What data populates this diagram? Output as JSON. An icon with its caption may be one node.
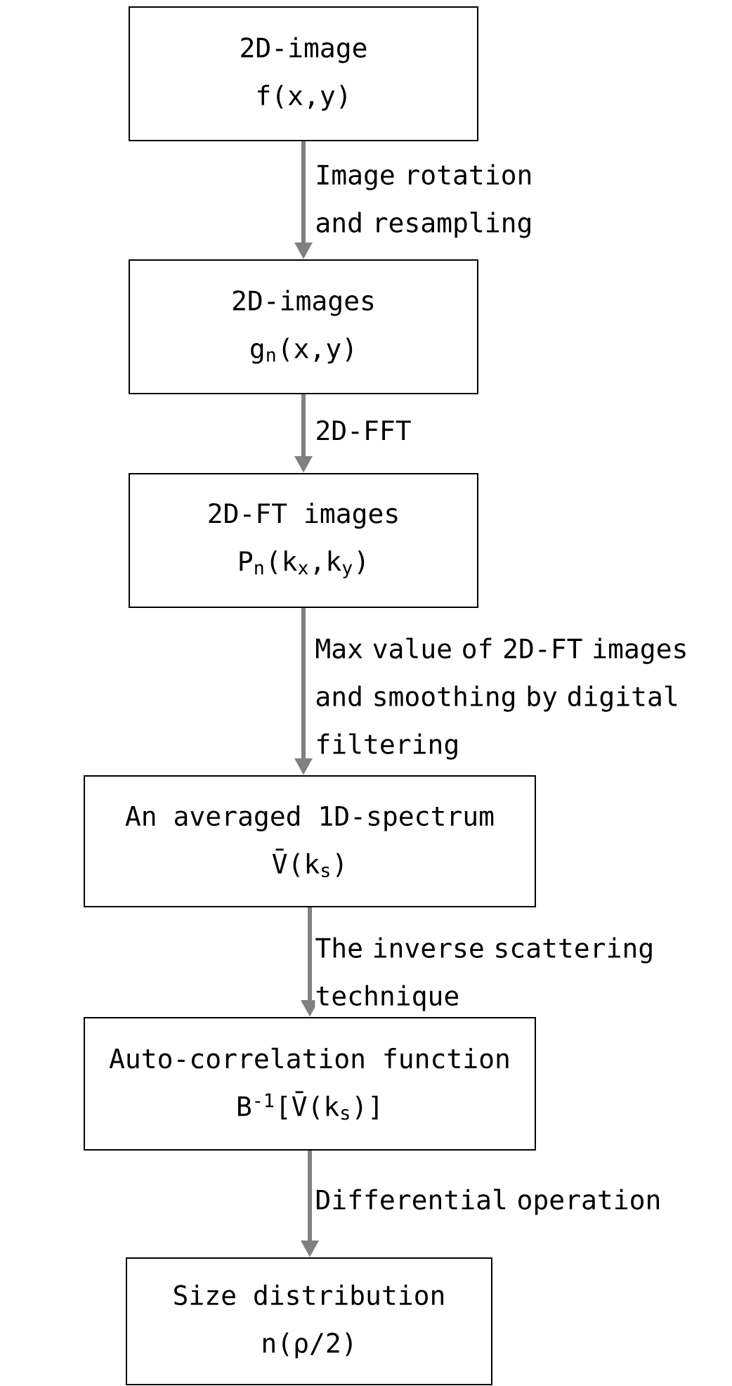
{
  "diagram": {
    "nodes": [
      {
        "text": [
          "2D-image",
          "f(x,y)"
        ]
      },
      {
        "text": [
          "2D-images",
          "g$_{n}$(x,y)"
        ]
      },
      {
        "text": [
          "2D-FT images",
          "P$_{n}$(k$_{x}$,k$_{y}$)"
        ]
      },
      {
        "text": [
          "An averaged 1D-spectrum",
          "V̄(k$_{s}$)"
        ]
      },
      {
        "text": [
          "Auto-correlation function",
          "B$^{-1}$[V̄(k$_{s}$)]"
        ]
      },
      {
        "text": [
          "Size distribution",
          "n(ρ/2)"
        ]
      }
    ],
    "edges": [
      {
        "from": 0,
        "to": 1,
        "arrow": "to",
        "label": "Image rotation and resampling"
      },
      {
        "from": 1,
        "to": 2,
        "arrow": "to",
        "label": "2D-FFT"
      },
      {
        "from": 2,
        "to": 3,
        "arrow": "to",
        "label": "Max value of 2D-FT images and smoothing by digital filtering"
      },
      {
        "from": 3,
        "to": 4,
        "arrow": "to",
        "label": "The inverse scattering technique"
      },
      {
        "from": 4,
        "to": 5,
        "arrow": "to",
        "label": "Differential operation"
      }
    ]
  }
}
